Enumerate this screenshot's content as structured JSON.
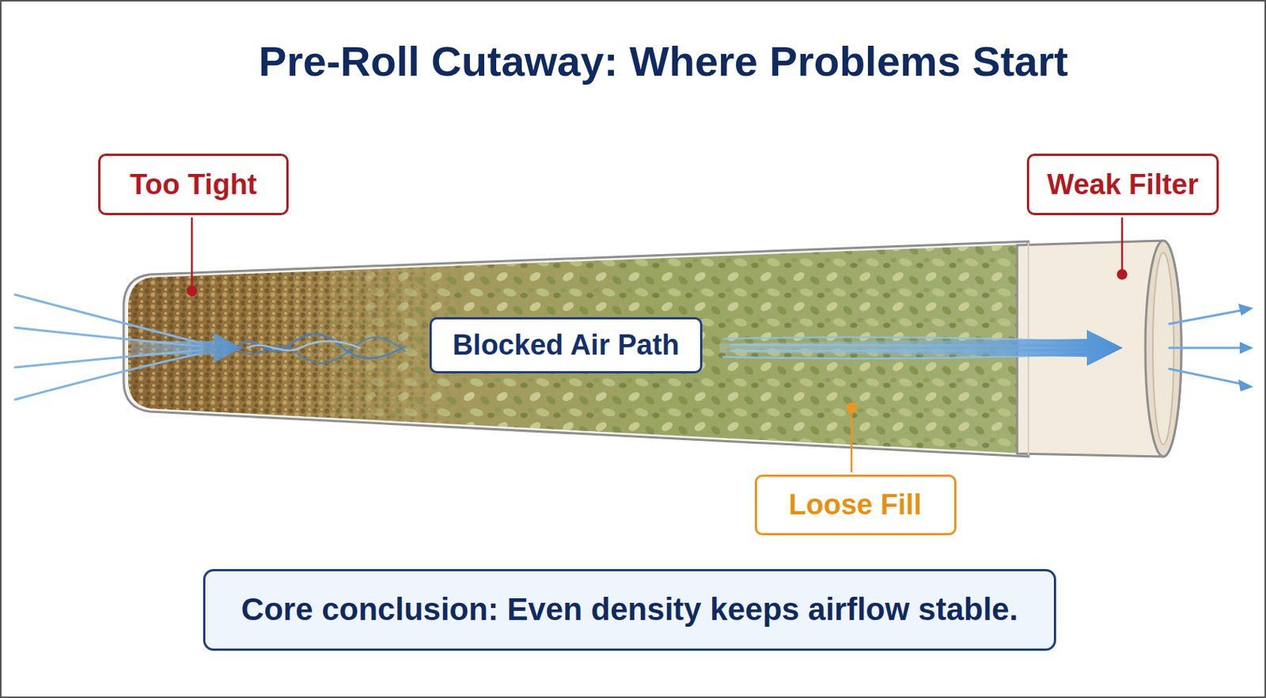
{
  "diagram": {
    "title": "Pre-Roll Cutaway: Where Problems Start",
    "caption": "Core conclusion: Even density keeps airflow stable.",
    "nodes": [
      {
        "text": [
          "Too Tight"
        ]
      },
      {
        "text": [
          "Weak Filter"
        ]
      },
      {
        "text": [
          "Blocked Air Path"
        ]
      },
      {
        "text": [
          "Loose Fill"
        ]
      }
    ]
  }
}
